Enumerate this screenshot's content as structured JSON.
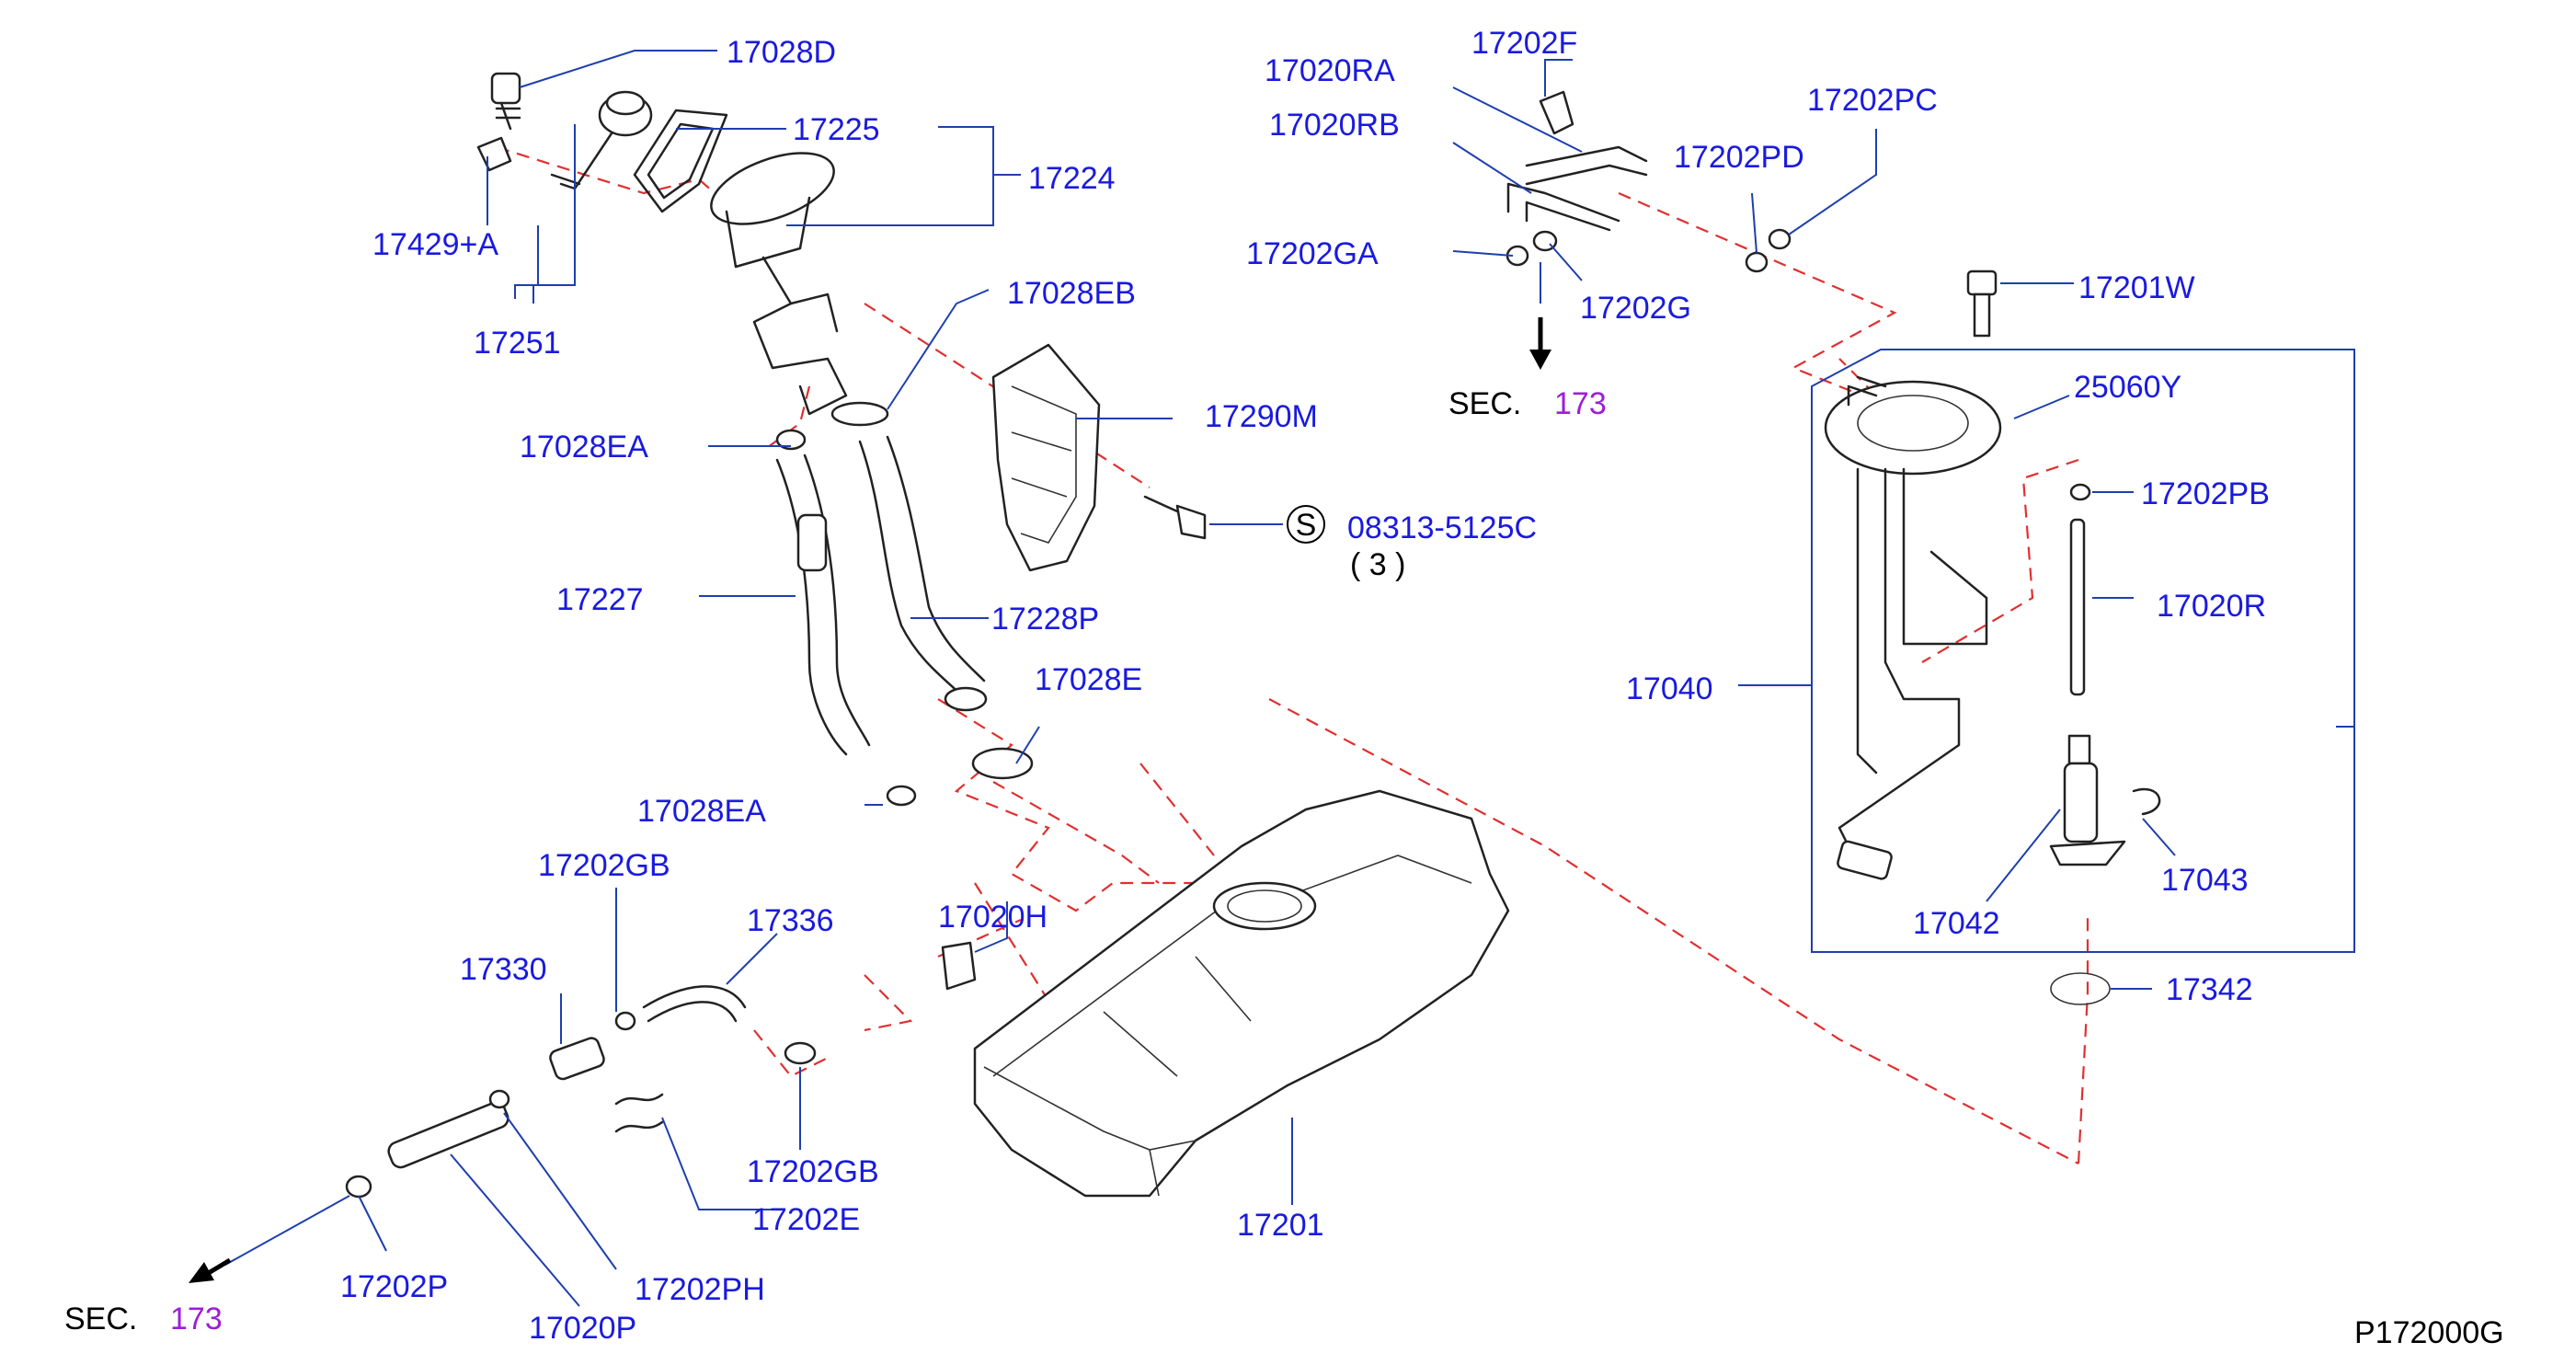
{
  "colors": {
    "label": "#1a1adf",
    "leader": "#1f3fae",
    "dash": "#e03030",
    "section": "#9b1fd8",
    "ink": "#000000"
  },
  "labels": {
    "p17028D": "17028D",
    "p17225": "17225",
    "p17224": "17224",
    "p17429A": "17429+A",
    "p17251": "17251",
    "p17028EB": "17028EB",
    "p17290M": "17290M",
    "p17028EA_top": "17028EA",
    "p08313": "08313-5125C",
    "p08313_qty": "(  3  )",
    "p08313_symbol": "S",
    "p17227": "17227",
    "p17228P": "17228P",
    "p17028E": "17028E",
    "p17028EA_bot": "17028EA",
    "p17202GB_top": "17202GB",
    "p17336": "17336",
    "p17020H": "17020H",
    "p17330": "17330",
    "p17202GB_bot": "17202GB",
    "p17202E": "17202E",
    "p17201": "17201",
    "p17202P": "17202P",
    "p17202PH": "17202PH",
    "p17020P": "17020P",
    "p17202F": "17202F",
    "p17020RA": "17020RA",
    "p17020RB": "17020RB",
    "p17202PC": "17202PC",
    "p17202PD": "17202PD",
    "p17202GA": "17202GA",
    "p17202G": "17202G",
    "p17201W": "17201W",
    "p25060Y": "25060Y",
    "p17202PB": "17202PB",
    "p17020R": "17020R",
    "p17040": "17040",
    "p17043": "17043",
    "p17042": "17042",
    "p17342": "17342"
  },
  "sections": {
    "top": {
      "prefix": "SEC.",
      "number": "173"
    },
    "bottom": {
      "prefix": "SEC.",
      "number": "173"
    }
  },
  "footer": {
    "drawing_code": "P172000G"
  }
}
